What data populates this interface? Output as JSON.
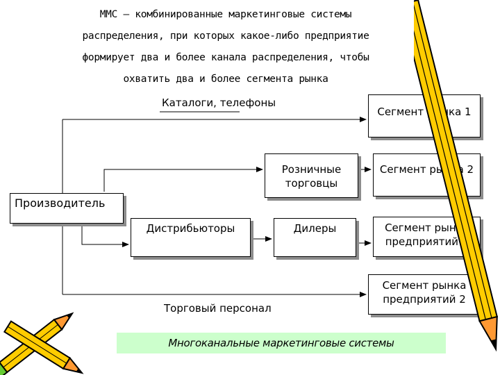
{
  "title_lines": [
    "ММС – комбинированные маркетинговые системы",
    "распределения, при которых какое-либо предприятие",
    "формирует два и более канала распределения, чтобы",
    "охватить два и более сегмента рынка"
  ],
  "nodes": {
    "producer": "Производитель",
    "catalogs": "Каталоги, телефоны",
    "retailers_line1": "Розничные",
    "retailers_line2": "торговцы",
    "distributors": "Дистрибьюторы",
    "dealers": "Дилеры",
    "sales_staff": "Торговый персонал",
    "segment1": "Сегмент рынка 1",
    "segment2": "Сегмент рынка 2",
    "segment_ent1_line1": "Сегмент рынка",
    "segment_ent1_line2": "предприятий 1",
    "segment_ent2_line1": "Сегмент рынка",
    "segment_ent2_line2": "предприятий 2"
  },
  "footer": "Многоканальные маркетинговые системы",
  "colors": {
    "footer_bg": "#ccffcc",
    "shadow": "#8c8c8c",
    "pencil_body": "#ffcc00",
    "pencil_tip": "#ff9933"
  },
  "decorations": [
    "pencil-icon",
    "pencils-icon"
  ]
}
